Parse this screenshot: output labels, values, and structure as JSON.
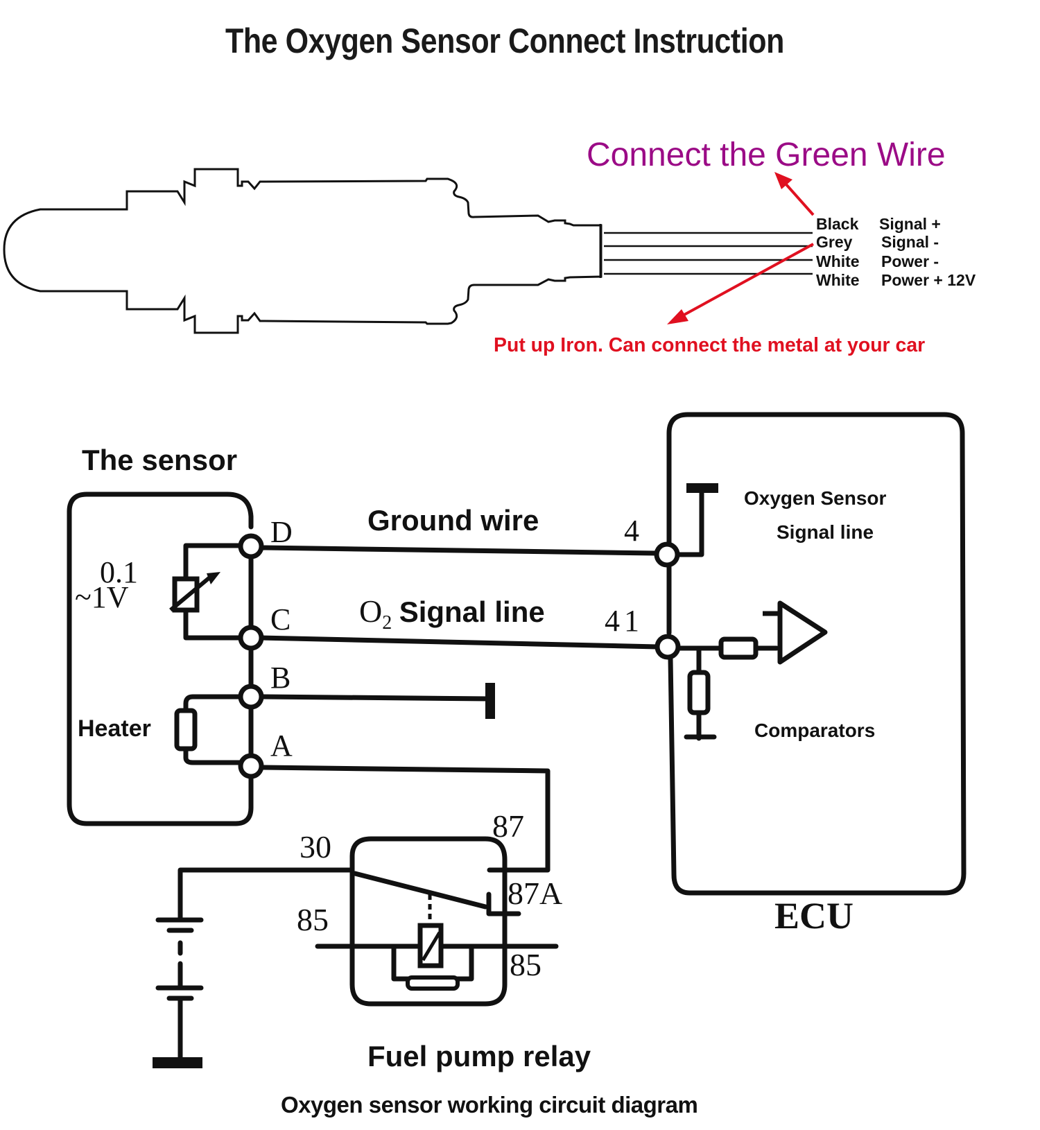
{
  "title": "The Oxygen Sensor Connect Instruction",
  "callouts": {
    "green_wire": "Connect the Green Wire",
    "iron": "Put up Iron. Can connect the metal at your car"
  },
  "wires": [
    {
      "color": "Black",
      "function": "Signal +"
    },
    {
      "color": "Grey",
      "function": "Signal -"
    },
    {
      "color": "White",
      "function": "Power -"
    },
    {
      "color": "White",
      "function": "Power + 12V"
    }
  ],
  "circuit": {
    "sensor_label": "The sensor",
    "voltage_top": "0.1",
    "voltage_bottom": "~1V",
    "heater_label": "Heater",
    "pins": {
      "d": "D",
      "c": "C",
      "b": "B",
      "a": "A"
    },
    "ground_wire": "Ground wire",
    "o2_prefix": "O",
    "o2_sub": "2",
    "signal_line": "Signal line",
    "ecu_pin_ground": "4",
    "ecu_pin_signal": "41",
    "ecu_label_line1": "Oxygen Sensor",
    "ecu_label_line2": "Signal line",
    "comparators": "Comparators",
    "ecu": "ECU",
    "relay_pins": {
      "p30": "30",
      "p85_left": "85",
      "p87": "87",
      "p87a": "87A",
      "p85_right": "85"
    },
    "relay_label": "Fuel pump relay",
    "caption": "Oxygen sensor working circuit diagram"
  },
  "colors": {
    "green_callout": "#9b0b86",
    "red_callout": "#e01020",
    "line": "#111111"
  }
}
